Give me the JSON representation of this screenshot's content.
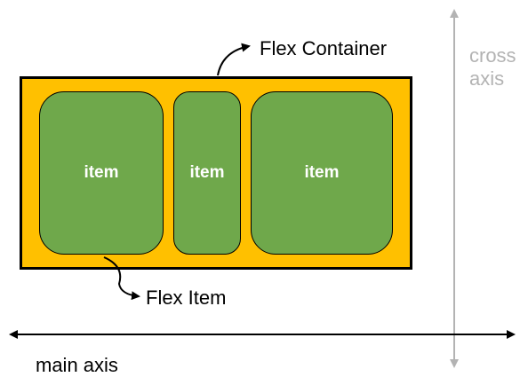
{
  "labels": {
    "flex_container": "Flex Container",
    "flex_item": "Flex Item",
    "main_axis": "main axis",
    "cross_axis": "cross axis"
  },
  "items": [
    {
      "label": "item"
    },
    {
      "label": "item"
    },
    {
      "label": "item"
    }
  ],
  "colors": {
    "container_fill": "#ffc000",
    "item_fill": "#6fa84b",
    "cross_axis": "#b3b3b3",
    "border": "#000000"
  },
  "icons": [
    "curved-arrow-icon",
    "axis-arrow-icon"
  ]
}
